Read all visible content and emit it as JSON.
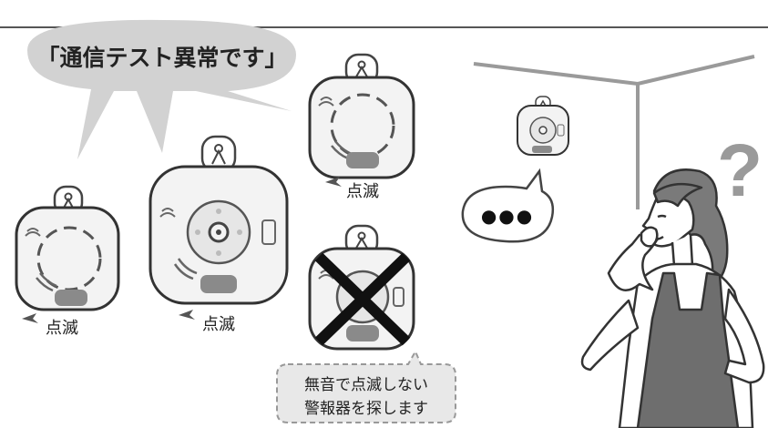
{
  "speech": {
    "main": "「通信テスト異常です」",
    "dots": "●●●"
  },
  "labels": {
    "blink": "点滅"
  },
  "note": {
    "line1": "無音で点滅しない",
    "line2": "警報器を探します"
  },
  "question_mark": "?",
  "colors": {
    "line": "#555555",
    "bubble": "#cfcfcf",
    "alarm_fill": "#f3f3f3",
    "alarm_button": "#8a8a8a",
    "apron": "#6e6e6e",
    "cross": "#111111"
  }
}
